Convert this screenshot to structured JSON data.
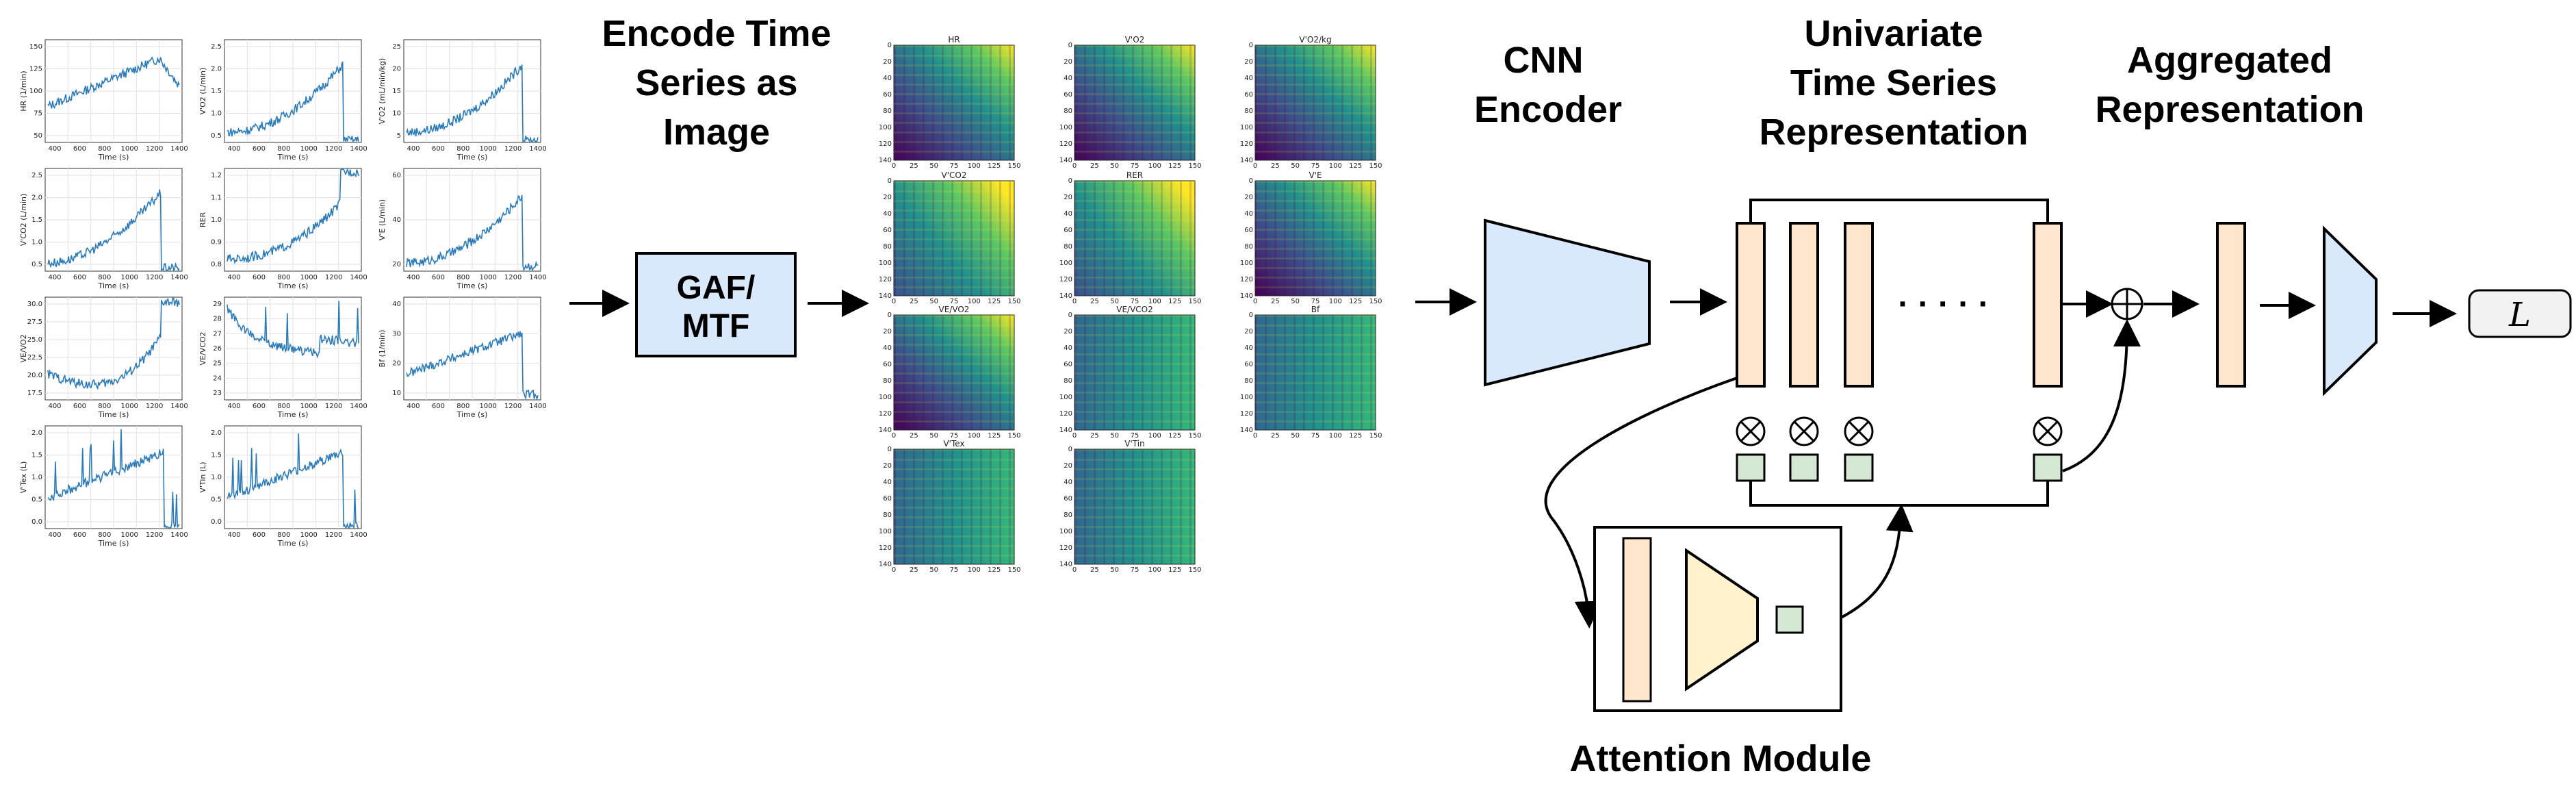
{
  "headings": {
    "encode": [
      "Encode Time",
      "Series as",
      "Image"
    ],
    "cnn": [
      "CNN",
      "Encoder"
    ],
    "univariate": [
      "Univariate",
      "Time Series",
      "Representation"
    ],
    "aggregated": [
      "Aggregated",
      "Representation"
    ],
    "attention": "Attention Module"
  },
  "gaf_box": [
    "GAF/",
    "MTF"
  ],
  "ellipsis": "· · · · ·",
  "loss_symbol": "L",
  "colors": {
    "series_line": "#2b7bba",
    "encoder_fill": "#dae8fc",
    "repr_fill": "#ffe6cc",
    "attn_weight_fill": "#d5e8d4",
    "attn_decoder_fill": "#fff2cc",
    "loss_fill": "#f2f2f2",
    "viridis": [
      "#440154",
      "#3b528b",
      "#21918c",
      "#5ec962",
      "#fde725"
    ]
  },
  "series_plots": [
    {
      "ylabel": "HR (1/min)",
      "xlabel": "Time (s)",
      "yticks": [
        "50",
        "75",
        "100",
        "125",
        "150"
      ],
      "xticks": [
        "400",
        "600",
        "800",
        "1000",
        "1200",
        "1400"
      ]
    },
    {
      "ylabel": "V'O2 (L/min)",
      "xlabel": "Time (s)",
      "yticks": [
        "0.5",
        "1.0",
        "1.5",
        "2.0",
        "2.5"
      ],
      "xticks": [
        "400",
        "600",
        "800",
        "1000",
        "1200",
        "1400"
      ]
    },
    {
      "ylabel": "V'O2 (mL/min/kg)",
      "xlabel": "Time (s)",
      "yticks": [
        "5",
        "10",
        "15",
        "20",
        "25"
      ],
      "xticks": [
        "400",
        "600",
        "800",
        "1000",
        "1200",
        "1400"
      ]
    },
    {
      "ylabel": "V'CO2 (L/min)",
      "xlabel": "Time (s)",
      "yticks": [
        "0.5",
        "1.0",
        "1.5",
        "2.0",
        "2.5"
      ],
      "xticks": [
        "400",
        "600",
        "800",
        "1000",
        "1200",
        "1400"
      ]
    },
    {
      "ylabel": "RER",
      "xlabel": "Time (s)",
      "yticks": [
        "0.8",
        "0.9",
        "1.0",
        "1.1",
        "1.2"
      ],
      "xticks": [
        "400",
        "600",
        "800",
        "1000",
        "1200",
        "1400"
      ]
    },
    {
      "ylabel": "V'E (L/min)",
      "xlabel": "Time (s)",
      "yticks": [
        "20",
        "40",
        "60"
      ],
      "xticks": [
        "400",
        "600",
        "800",
        "1000",
        "1200",
        "1400"
      ]
    },
    {
      "ylabel": "VE/VO2",
      "xlabel": "Time (s)",
      "yticks": [
        "17.5",
        "20.0",
        "22.5",
        "25.0",
        "27.5",
        "30.0"
      ],
      "xticks": [
        "400",
        "600",
        "800",
        "1000",
        "1200",
        "1400"
      ]
    },
    {
      "ylabel": "VE/VCO2",
      "xlabel": "Time (s)",
      "yticks": [
        "23",
        "24",
        "25",
        "26",
        "27",
        "28",
        "29"
      ],
      "xticks": [
        "400",
        "600",
        "800",
        "1000",
        "1200",
        "1400"
      ]
    },
    {
      "ylabel": "Bf (1/min)",
      "xlabel": "Time (s)",
      "yticks": [
        "10",
        "20",
        "30",
        "40"
      ],
      "xticks": [
        "400",
        "600",
        "800",
        "1000",
        "1200",
        "1400"
      ]
    },
    {
      "ylabel": "V'Tex (L)",
      "xlabel": "Time (s)",
      "yticks": [
        "0.0",
        "0.5",
        "1.0",
        "1.5",
        "2.0"
      ],
      "xticks": [
        "400",
        "600",
        "800",
        "1000",
        "1200",
        "1400"
      ]
    },
    {
      "ylabel": "V'Tin (L)",
      "xlabel": "Time (s)",
      "yticks": [
        "0.0",
        "0.5",
        "1.0",
        "1.5",
        "2.0"
      ],
      "xticks": [
        "400",
        "600",
        "800",
        "1000",
        "1200",
        "1400"
      ]
    }
  ],
  "heatmaps": [
    {
      "title": "HR"
    },
    {
      "title": "V'O2"
    },
    {
      "title": "V'O2/kg"
    },
    {
      "title": "V'CO2"
    },
    {
      "title": "RER"
    },
    {
      "title": "V'E"
    },
    {
      "title": "VE/VO2"
    },
    {
      "title": "VE/VCO2"
    },
    {
      "title": "Bf"
    },
    {
      "title": "V'Tex"
    },
    {
      "title": "V'Tin"
    }
  ],
  "heatmap_axes": {
    "xticks": [
      "0",
      "25",
      "50",
      "75",
      "100",
      "125",
      "150"
    ],
    "yticks": [
      "0",
      "20",
      "40",
      "60",
      "80",
      "100",
      "120",
      "140"
    ]
  }
}
